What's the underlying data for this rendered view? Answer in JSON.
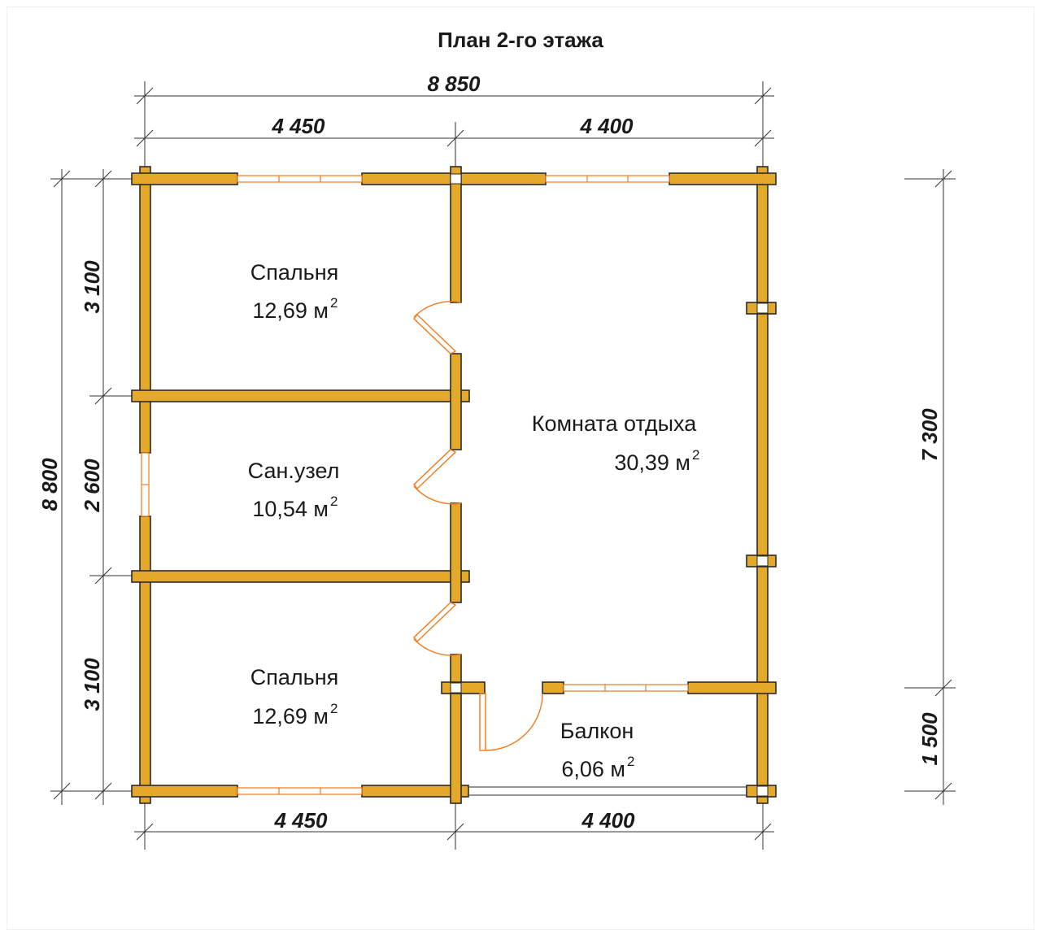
{
  "title": "План 2-го этажа",
  "dimensions": {
    "top_total": "8 850",
    "top_left": "4 450",
    "top_right": "4 400",
    "bottom_left": "4 450",
    "bottom_right": "4 400",
    "left_total": "8 800",
    "left_top": "3 100",
    "left_middle": "2 600",
    "left_bottom": "3 100",
    "right_upper": "7 300",
    "right_lower": "1 500"
  },
  "rooms": [
    {
      "name": "Спальня",
      "area": "12,69 м",
      "sup": "2"
    },
    {
      "name": "Сан.узел",
      "area": "10,54 м",
      "sup": "2"
    },
    {
      "name": "Спальня",
      "area": "12,69 м",
      "sup": "2"
    },
    {
      "name": "Комната отдыха",
      "area": "30,39 м",
      "sup": "2"
    },
    {
      "name": "Балкон",
      "area": "6,06 м",
      "sup": "2"
    }
  ],
  "colors": {
    "wall": "#e4a92a",
    "window_door": "#f07a1e",
    "outline": "#2b2b2b"
  }
}
